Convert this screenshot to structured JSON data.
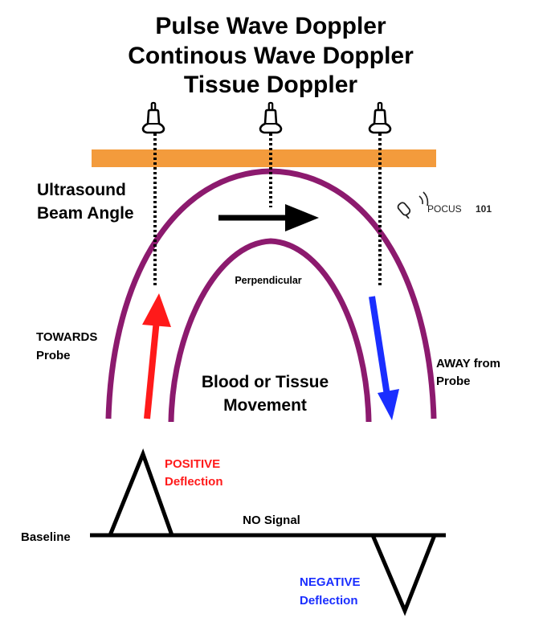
{
  "title": {
    "line1": "Pulse Wave Doppler",
    "line2": "Continous Wave Doppler",
    "line3": "Tissue Doppler"
  },
  "labels": {
    "beam_angle_line1": "Ultrasound",
    "beam_angle_line2": "Beam Angle",
    "perpendicular": "Perpendicular",
    "towards_line1": "TOWARDS",
    "towards_line2": "Probe",
    "away_line1": "AWAY from",
    "away_line2": "Probe",
    "movement_line1": "Blood or Tissue",
    "movement_line2": "Movement",
    "positive_line1": "POSITIVE",
    "positive_line2": "Deflection",
    "no_signal": "NO Signal",
    "baseline": "Baseline",
    "negative_line1": "NEGATIVE",
    "negative_line2": "Deflection"
  },
  "logo": {
    "name": "POCUS",
    "number": "101"
  },
  "icons": {
    "probe": "ultrasound-probe-icon",
    "logo": "pocus101-probe-logo-icon"
  },
  "colors": {
    "transducer_bar": "#F39B3C",
    "vessel": "#8C1A6E",
    "towards_arrow": "#FF1A1A",
    "away_arrow": "#1A2EFF",
    "positive_text": "#FF1A1A",
    "negative_text": "#1A2EFF",
    "ink": "#000000"
  }
}
